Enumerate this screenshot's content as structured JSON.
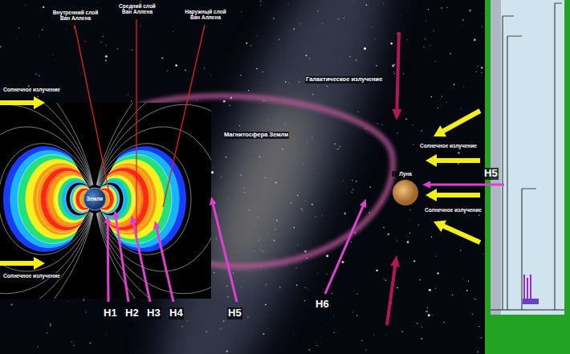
{
  "diagram": {
    "nodes": [
      {
        "text": [
          "Земля"
        ]
      },
      {
        "text": [
          "Луна"
        ]
      }
    ],
    "labels": [
      "Солнечное излучение",
      "Солнечное излучение",
      "Внутренний слой Ван Аллена",
      "Средний слой Ван Аллена",
      "Наружный слой Ван Аллена",
      "Магнитосфера Земли",
      "Галактическое излучение",
      "Солнечное излучение",
      "Солнечное излучение",
      "H1",
      "H2",
      "H3",
      "H4",
      "H5",
      "H6",
      "H5"
    ]
  }
}
